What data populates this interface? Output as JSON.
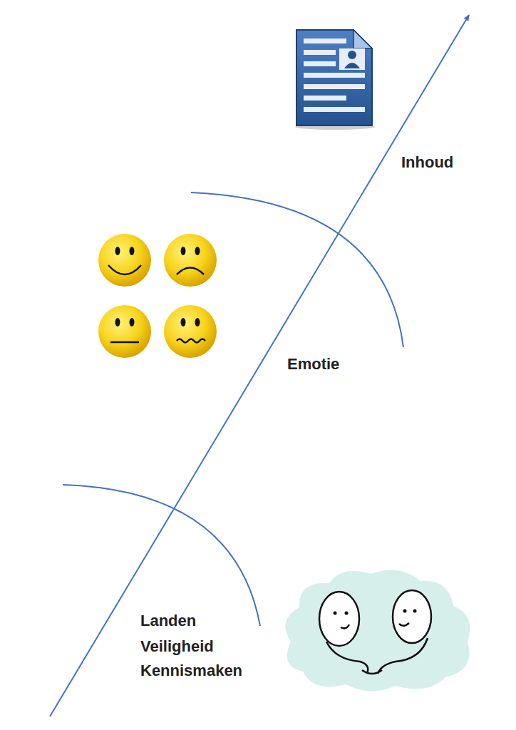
{
  "diagram": {
    "labels": [
      "Inhoud",
      "Emotie",
      "Landen",
      "Veiligheid",
      "Kennismaken"
    ]
  }
}
